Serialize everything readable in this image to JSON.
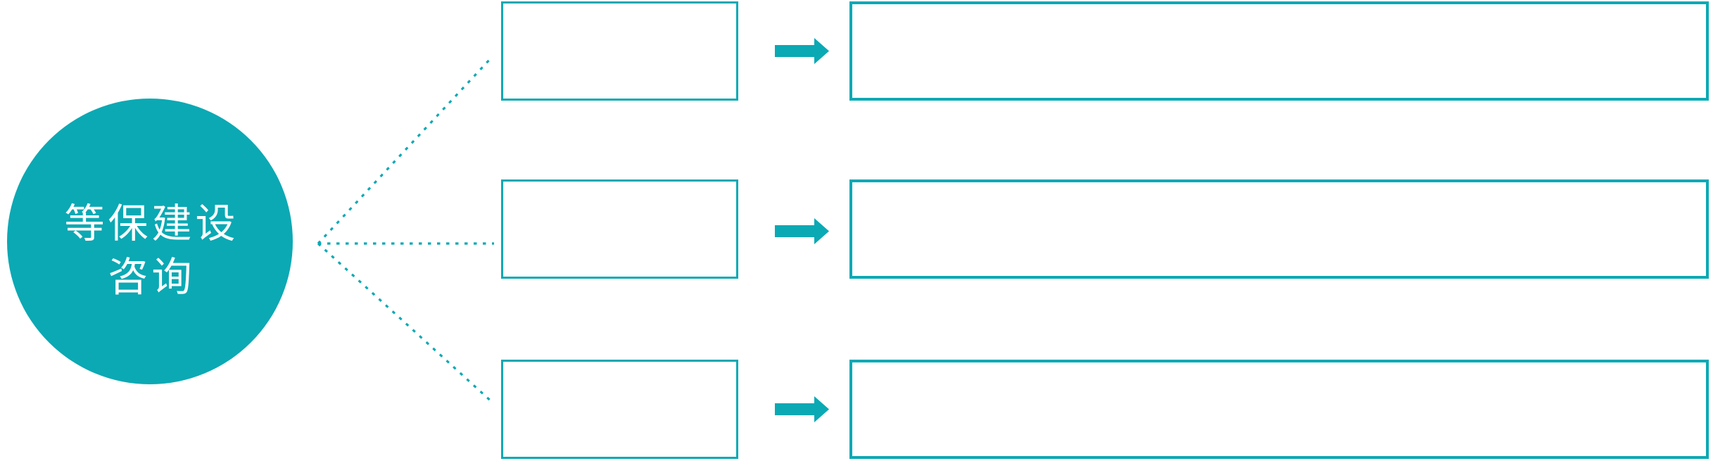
{
  "diagram": {
    "type": "radial-flow",
    "accent_color": "#0ba9b4",
    "background_color": "#ffffff",
    "circle": {
      "label_line1": "等保建设",
      "label_line2": "咨询",
      "text_color": "#ffffff",
      "fill_color": "#0ba9b4"
    },
    "connectors": {
      "style": "dotted",
      "count": 3
    },
    "rows": [
      {
        "small_box_label": "",
        "large_box_label": "",
        "arrow_icon": "arrow-right-icon"
      },
      {
        "small_box_label": "",
        "large_box_label": "",
        "arrow_icon": "arrow-right-icon"
      },
      {
        "small_box_label": "",
        "large_box_label": "",
        "arrow_icon": "arrow-right-icon"
      }
    ]
  }
}
